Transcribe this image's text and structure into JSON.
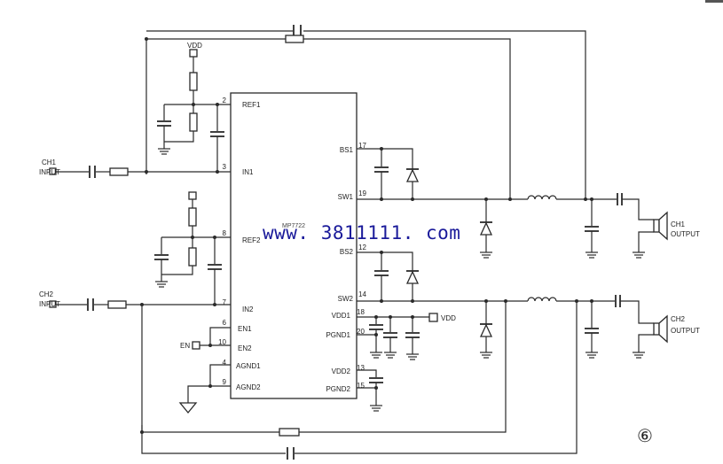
{
  "watermark": "www. 3811111. com",
  "figure_number": "⑥",
  "chip": {
    "name": "MP7722",
    "left_pins": [
      {
        "num": "2",
        "label": "REF1"
      },
      {
        "num": "3",
        "label": "IN1"
      },
      {
        "num": "8",
        "label": "REF2"
      },
      {
        "num": "7",
        "label": "IN2"
      },
      {
        "num": "6",
        "label": "EN1"
      },
      {
        "num": "10",
        "label": "EN2"
      },
      {
        "num": "4",
        "label": "AGND1"
      },
      {
        "num": "9",
        "label": "AGND2"
      }
    ],
    "right_pins": [
      {
        "num": "17",
        "label": "BS1"
      },
      {
        "num": "19",
        "label": "SW1"
      },
      {
        "num": "12",
        "label": "BS2"
      },
      {
        "num": "14",
        "label": "SW2"
      },
      {
        "num": "18",
        "label": "VDD1"
      },
      {
        "num": "20",
        "label": "PGND1"
      },
      {
        "num": "13",
        "label": "VDD2"
      },
      {
        "num": "15",
        "label": "PGND2"
      }
    ]
  },
  "labels": {
    "vdd_top": "VDD",
    "vdd_right": "VDD",
    "en": "EN",
    "ch1_input_line1": "CH1",
    "ch1_input_line2": "INPUT",
    "ch2_input_line1": "CH2",
    "ch2_input_line2": "INPUT",
    "ch1_output_line1": "CH1",
    "ch1_output_line2": "OUTPUT",
    "ch2_output_line1": "CH2",
    "ch2_output_line2": "OUTPUT"
  },
  "colors": {
    "ink": "#2a2a2a",
    "watermark": "#1a1a9a",
    "paper": "#ffffff"
  }
}
